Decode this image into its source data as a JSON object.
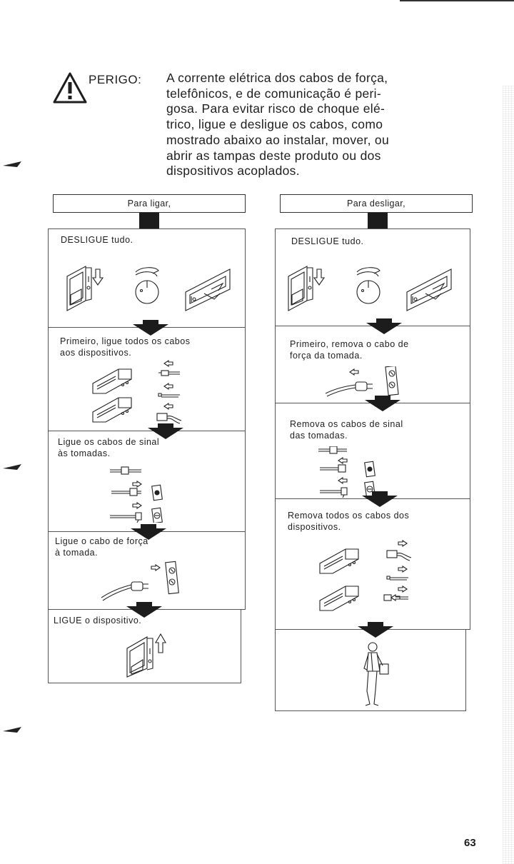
{
  "warning": {
    "label": "PERIGO:",
    "text": "A corrente elétrica dos cabos de força,\ntelefônicos, e de comunicação é peri-\ngosa. Para evitar risco de choque elé-\ntrico, ligue e desligue os cabos, como\nmostrado abaixo ao instalar, mover, ou\nabrir as tampas deste produto ou dos\ndispositivos acoplados."
  },
  "connect": {
    "header": "Para ligar,",
    "steps": [
      "DESLIGUE tudo.",
      "Primeiro, ligue todos os cabos\naos dispositivos.",
      "Ligue os cabos de sinal\nàs tomadas.",
      "Ligue o cabo de força\nà tomada.",
      "LIGUE o dispositivo."
    ]
  },
  "disconnect": {
    "header": "Para desligar,",
    "steps": [
      "DESLIGUE tudo.",
      "Primeiro, remova o cabo de\nforça da tomada.",
      "Remova os cabos de sinal\ndas tomadas.",
      "Remova todos os cabos dos\ndispositivos."
    ]
  },
  "page_number": "63",
  "icons": {
    "warning": "warning-triangle-icon",
    "step_arrow": "down-arrow-icon"
  },
  "colors": {
    "ink": "#1e1e1e",
    "block": "#1c1c1c"
  }
}
